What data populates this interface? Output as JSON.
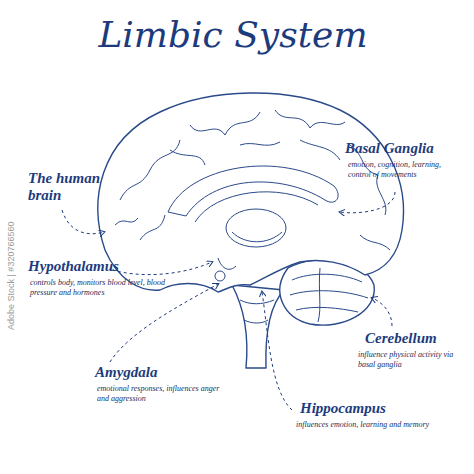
{
  "diagram": {
    "title": "Limbic System",
    "labels": [
      "The human brain",
      "Basal Ganglia",
      "emotion, cognition, learning, control of movements",
      "Hypothalamus",
      "controls body, monitors blood level, blood pressure and hormones",
      "Amygdala",
      "emotional responses, influences anger and aggression",
      "Cerebellum",
      "influence physical activity via basal ganglia",
      "Hippocampus",
      "influences emotion, learning and memory",
      "Adobe Stock | #320766560"
    ]
  }
}
